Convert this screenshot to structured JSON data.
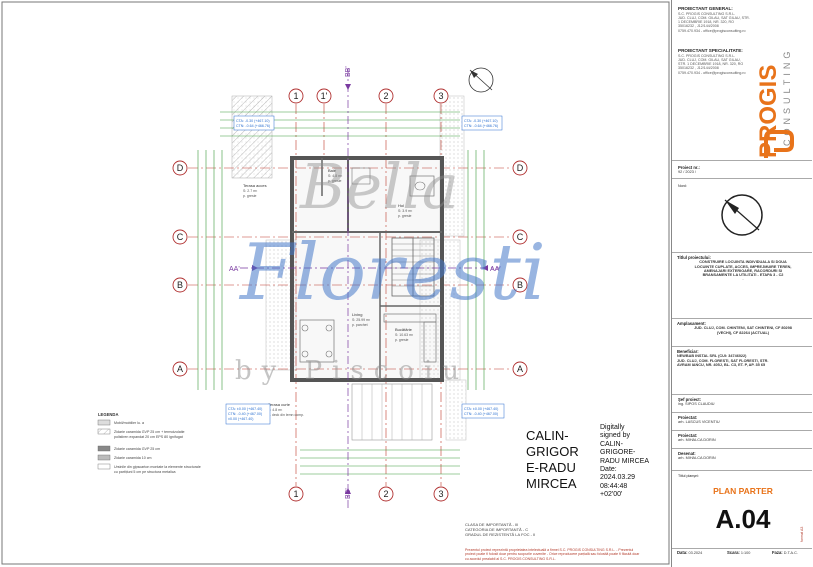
{
  "titleblock": {
    "designer_general_label": "PROIECTANT GENERAL:",
    "designer_general_lines": [
      "S.C. PROGIS CONSULTING S.R.L.",
      "JUD. CLUJ, COM. GILAU, SAT GILAU, STR.",
      "1 DECEMBRIE 1918, NR. 320, RO",
      "35016232 , J12/144/2008",
      "0759.470.934 - office@progisconsulting.ro"
    ],
    "designer_special_label": "PROIECTANT SPECIALITATE:",
    "designer_special_lines": [
      "S.C. PROGIS CONSULTING S.R.L.",
      "JUD. CLUJ, COM. GILAU, SAT GILAU,",
      "STR. 1 DECEMBRIE 1918, NR. 320, RO",
      "35016232 , J12/144/2008",
      "0759.470.934 - office@progisconsulting.ro"
    ],
    "logo_text": "PROGIS",
    "logo_sub": "CONSULTING",
    "project_nr_label": "Proiect nr.:",
    "project_nr": "92 / 2023 /",
    "north_label": "Nord:",
    "title_label": "Titlul proiectului:",
    "title_lines": [
      "CONSTRUIRE LOCUINTA INDIVIDUALA SI DOUA",
      "LOCUINTE CUPLATE, ACCES, IMPREJMUIRE TEREN,",
      "AMENAJARI EXTERIOARE, RACORDURI SI",
      "BRANSAMENTE LA UTILITATI - ETAPA 3 - C2",
      "-"
    ],
    "site_label": "Amplasament:",
    "site_lines": [
      "JUD. CLUJ, COM. CHINTENI, SAT CHINTENI, CF 80298",
      "(VECHI), CF 82264 (ACTUAL)"
    ],
    "beneficiary_label": "Beneficiar:",
    "beneficiary_lines": [
      "NEWBAB INSTAL SRL (CUI: 34746022)",
      "JUD. CLUJ, COM. FLORESTI, SAT FLORESTI, STR.",
      "AVRAM IANCU, NR. 405J, BL. C3, ET. P, AP. 35 65"
    ],
    "chief_label": "Şef proiect:",
    "chief": "ing. SIPOS CLAUDIU",
    "designed_label": "Proiectat:",
    "designed": "arh. LASCUS VICENTIU",
    "designed2_label": "Proiectat:",
    "designed2": "arh. MIHALCA DORIN",
    "drawn_label": "Desenat:",
    "drawn": "arh. MIHALCA DORIN",
    "sheet_title_label": "Titlul planşei:",
    "sheet_title": "PLAN PARTER",
    "sheet_no": "A.04",
    "date_label": "Data:",
    "date": "03.2024",
    "scale_label": "Scara:",
    "scale": "1:100",
    "phase_label": "Faza:",
    "phase": "D.T.A.C.",
    "edge_mark": "format A3"
  },
  "signature": {
    "name_lines": [
      "CALIN-",
      "GRIGOR",
      "E-RADU",
      "MIRCEA"
    ],
    "digital_lines": [
      "Digitally",
      "signed by",
      "CALIN-",
      "GRIGORE-",
      "RADU MIRCEA",
      "Date:",
      "2024.03.29",
      "08:44:48",
      "+02'00'"
    ]
  },
  "notes": {
    "class_lines": [
      "CLASA DE IMPORTANTĂ - III",
      "CATEGORIA DE IMPORTANTĂ - C",
      "GRADUL DE REZISTENTĂ LA FOC - II"
    ],
    "copyright_lines": [
      "Prezentul proiect reprezintă proprietatea intelectuală a firmei S.C. PROGIS CONSULTING S.R.L. - Prezentul",
      "proiect poate fi folosit doar pentru scopurile cuvenite - Orice reproducere parțială sau folosită poate fi făcută doar",
      "cu acordul prealabil al S.C. PROGIS CONSULTING S.R.L."
    ]
  },
  "legend": {
    "title": "LEGENDA",
    "items": [
      "Mobil/mobilier lu. a",
      "Zidarie caramida GVP 25 cm + termoizolatie",
      "polistiren expandat 20 cm EPS 80 ignifugat",
      "Zidarie caramida GVP 25 cm",
      "Zidarie caramida 10 cm",
      "Ursinile din gipscarton montate la elemente structurale",
      "cu partițiuni 5 cm pe structura metalica"
    ]
  },
  "plan": {
    "axes_top": [
      "1",
      "1'",
      "2",
      "3"
    ],
    "axes_bottom": [
      "1",
      "2",
      "3"
    ],
    "axes_left": [
      "D",
      "C",
      "B",
      "A"
    ],
    "axes_right": [
      "D",
      "C",
      "B",
      "A"
    ],
    "section_bb_top": "BB'",
    "section_bb_bottom": "BB'",
    "section_aa_left": "AA'",
    "section_aa_right": "AA'",
    "rooms": [
      {
        "name": "Terasa acces",
        "area": "S: 2.7 m²",
        "floor": "p. gresie"
      },
      {
        "name": "Baie",
        "area": "S: 4.8 m²",
        "floor": "p. gresie"
      },
      {
        "name": "Hol",
        "area": "S: 3.9 m²",
        "floor": "p. gresie"
      },
      {
        "name": "Living",
        "area": "S: 25.99 m²",
        "floor": "p. parchet"
      },
      {
        "name": "Bucătărie",
        "area": "S: 10.63 m²",
        "floor": "p. gresie"
      },
      {
        "name": "Terasa curte",
        "area": "S: 4.8 m²",
        "floor": "p. deck din lemn comp."
      }
    ],
    "cota_top_left": [
      "CTA: -0.30 (+467.10)",
      "CTN: -0.64 (+466.76)"
    ],
    "cota_top_right": [
      "CTA: -0.30 (+467.10)",
      "CTN: -0.64 (+466.76)"
    ],
    "cota_bottom_left": [
      "CTA: ±0.00 (+467.40)",
      "CTN: -0.40 (+467.00)",
      "±0.00 (+467.40)"
    ],
    "cota_bottom_right": [
      "CTA: ±0.00 (+467.40)",
      "CTN: -0.40 (+467.00)"
    ]
  },
  "watermark": {
    "line1": "Bella",
    "line2": "Floresti",
    "line3": "by Piscoiu"
  },
  "colors": {
    "axis_red": "#c0392b",
    "wall_fill": "#6f6f6f",
    "hatch_gray": "#b8b8b8",
    "dim_green": "#3a9a3a",
    "cota_blue": "#2a6fd0",
    "section_purple": "#7a3aa0",
    "logo_orange": "#e8731a"
  }
}
